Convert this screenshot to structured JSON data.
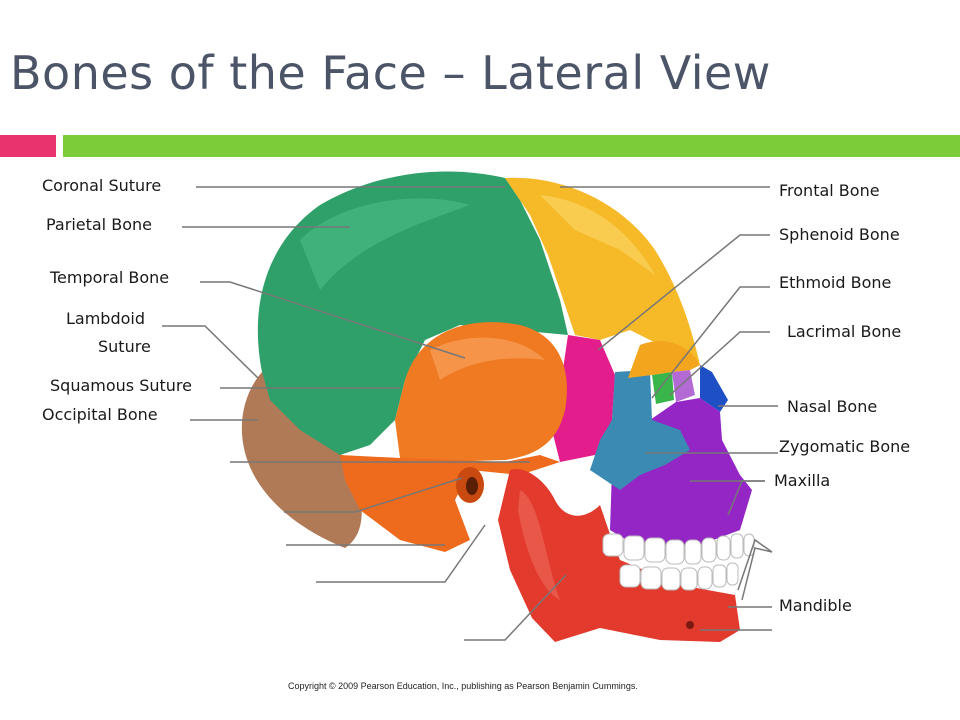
{
  "slide": {
    "title": "Bones of the Face – Lateral View",
    "copyright": "Copyright © 2009 Pearson Education, Inc., publishing as Pearson Benjamin Cummings."
  },
  "colors": {
    "accent_pink": "#e8336e",
    "accent_green": "#7ccc3a",
    "title_text": "#4c5567"
  },
  "labels": {
    "left": {
      "coronal_suture": "Coronal Suture",
      "parietal_bone": "Parietal Bone",
      "temporal_bone": "Temporal Bone",
      "lambdoid_suture_1": "Lambdoid",
      "lambdoid_suture_2": "Suture",
      "squamous_suture": "Squamous Suture",
      "occipital_bone": "Occipital Bone"
    },
    "right": {
      "frontal_bone": "Frontal Bone",
      "sphenoid_bone": "Sphenoid Bone",
      "ethmoid_bone": "Ethmoid Bone",
      "lacrimal_bone": "Lacrimal Bone",
      "nasal_bone": "Nasal Bone",
      "zygomatic_bone": "Zygomatic Bone",
      "maxilla": "Maxilla",
      "mandible": "Mandible"
    }
  }
}
